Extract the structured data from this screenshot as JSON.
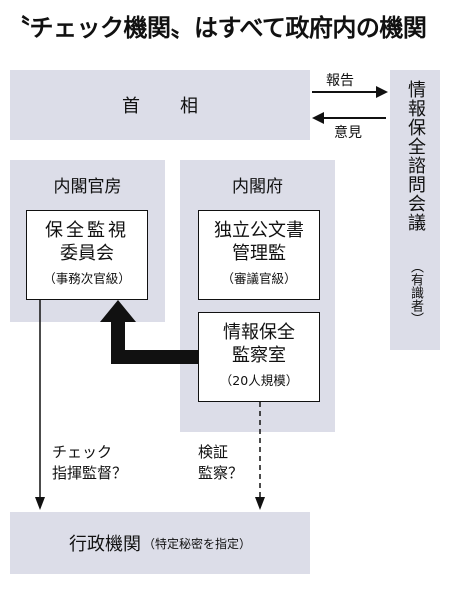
{
  "title": "〝チェック機関〟はすべて政府内の機関",
  "prime_minister": "首相",
  "advisory_council": {
    "name": "情報保全諮問会議",
    "note": "（有識者）"
  },
  "arrows": {
    "report": "報告",
    "opinion": "意見"
  },
  "cabinet_secretariat": {
    "label": "内閣官房",
    "committee": {
      "line1": "保全監視",
      "line2": "委員会",
      "note": "（事務次官級）"
    }
  },
  "cabinet_office": {
    "label": "内閣府",
    "inspector": {
      "line1": "独立公文書",
      "line2": "管理監",
      "note": "（審議官級）"
    },
    "office": {
      "line1": "情報保全",
      "line2": "監察室",
      "note": "（20人規模）"
    }
  },
  "checks": {
    "left_line1": "チェック",
    "left_line2": "指揮監督？",
    "right_line1": "検証",
    "right_line2": "監察？"
  },
  "administrative": {
    "label": "行政機関",
    "note": "（特定秘密を指定）"
  },
  "colors": {
    "panel": "#dcdde8",
    "line": "#111111",
    "background": "#ffffff"
  }
}
